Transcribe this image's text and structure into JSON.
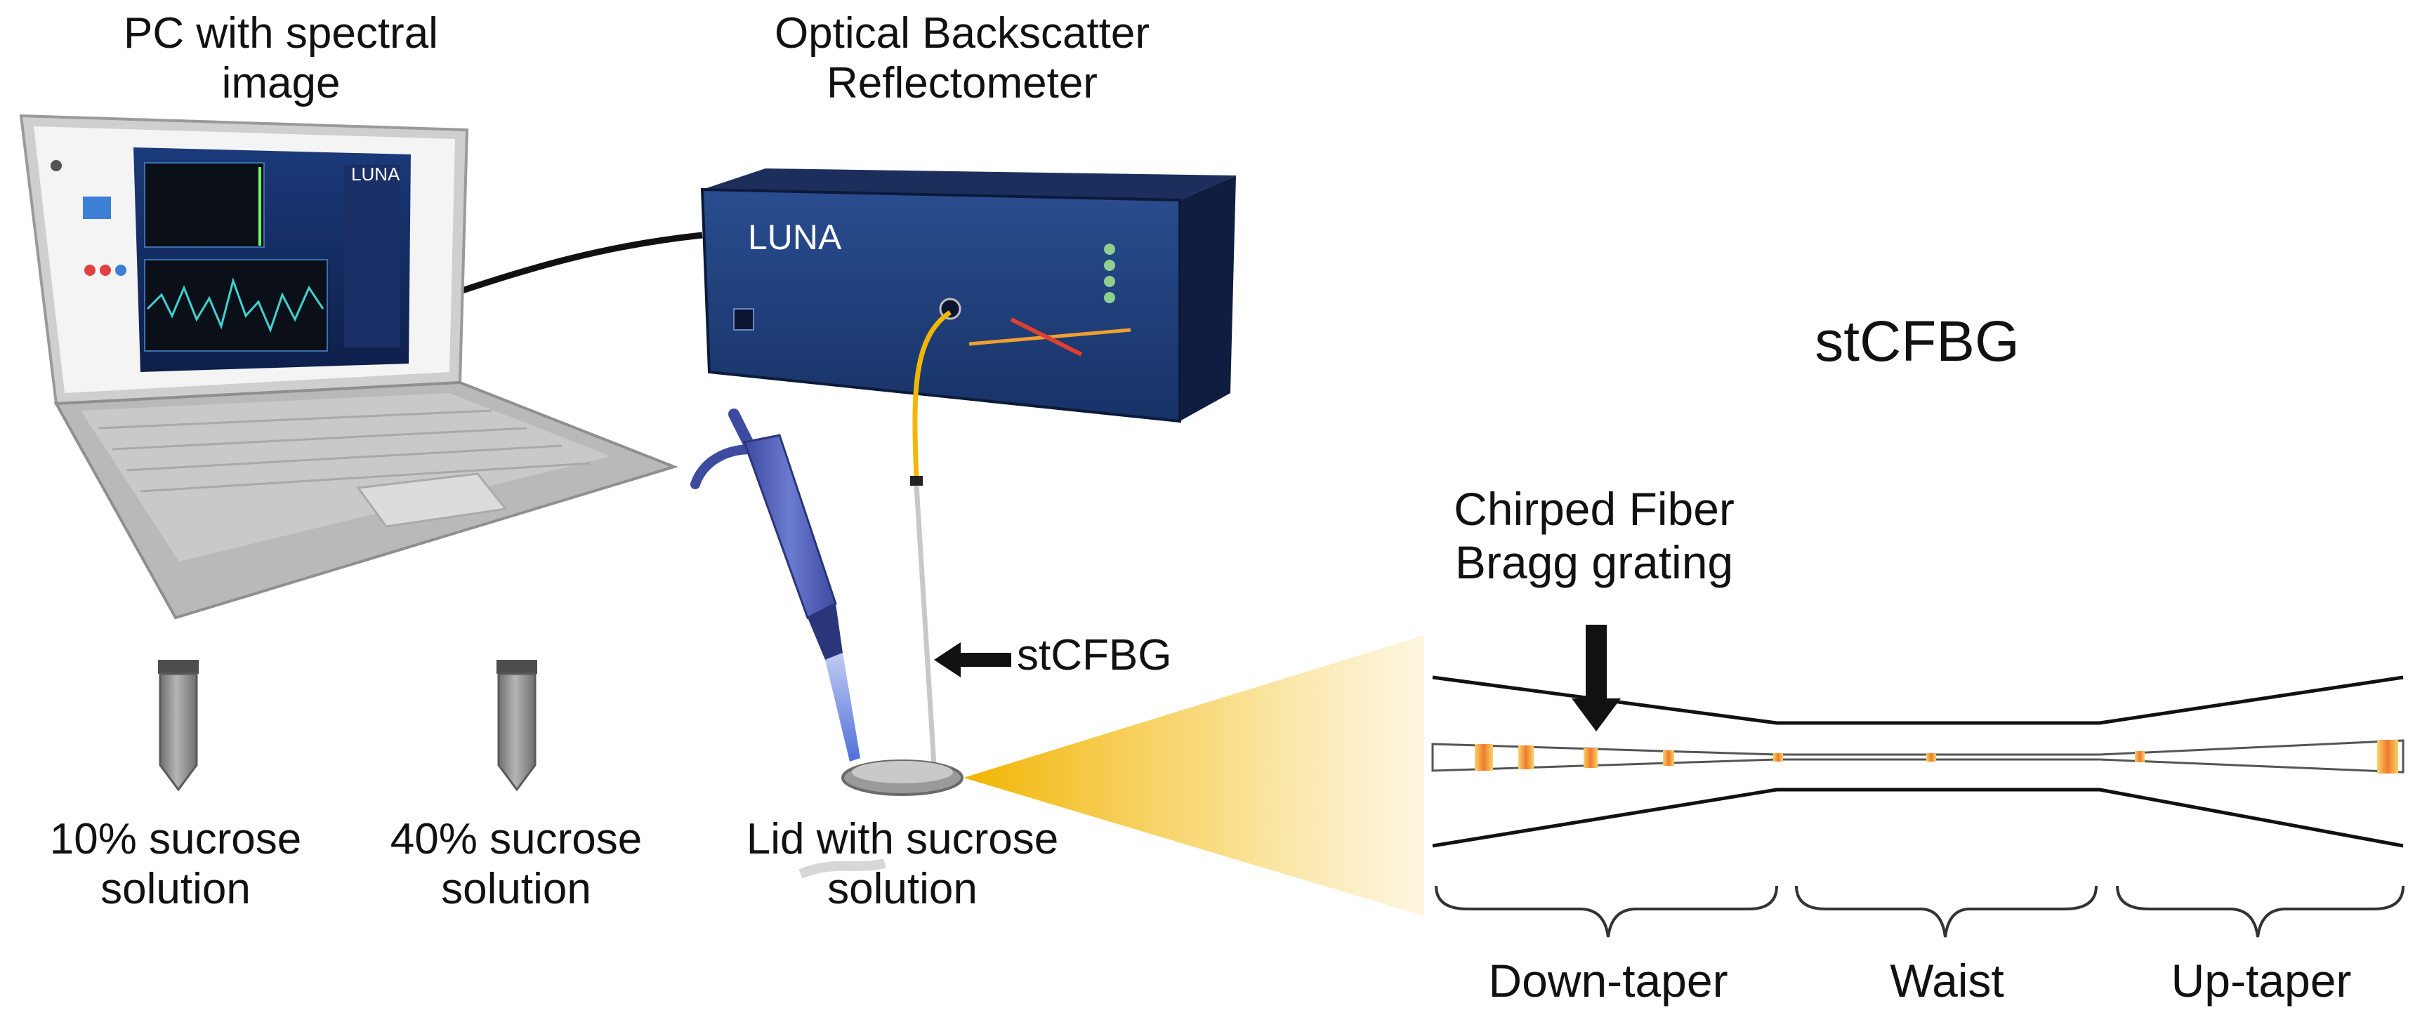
{
  "labels": {
    "pc": [
      "PC with spectral",
      "image"
    ],
    "obr": [
      "Optical Backscatter",
      "Reflectometer"
    ],
    "tube1": [
      "10% sucrose",
      "solution"
    ],
    "tube2": [
      "40% sucrose",
      "solution"
    ],
    "lid": [
      "Lid with sucrose",
      "solution"
    ],
    "stcfbg_arrow": "stCFBG",
    "stcfbg_title": "stCFBG",
    "cfbg": [
      "Chirped Fiber",
      "Bragg grating"
    ],
    "down_taper": "Down-taper",
    "waist": "Waist",
    "up_taper": "Up-taper"
  },
  "device": {
    "brand": "LUNA"
  },
  "colors": {
    "laptop_gray": "#b9b9b9",
    "device_blue": "#1f3b73",
    "pipette_blue": "#4a5bb0",
    "fiber_yellow": "#f2b705",
    "beam_yellow": "#f5c518",
    "grating_orange": "#f08a24"
  },
  "icons": [
    "laptop-icon",
    "reflectometer-device-icon",
    "pipette-icon",
    "test-tube-icon",
    "petri-lid-icon",
    "arrow-left-icon",
    "arrow-down-icon"
  ]
}
